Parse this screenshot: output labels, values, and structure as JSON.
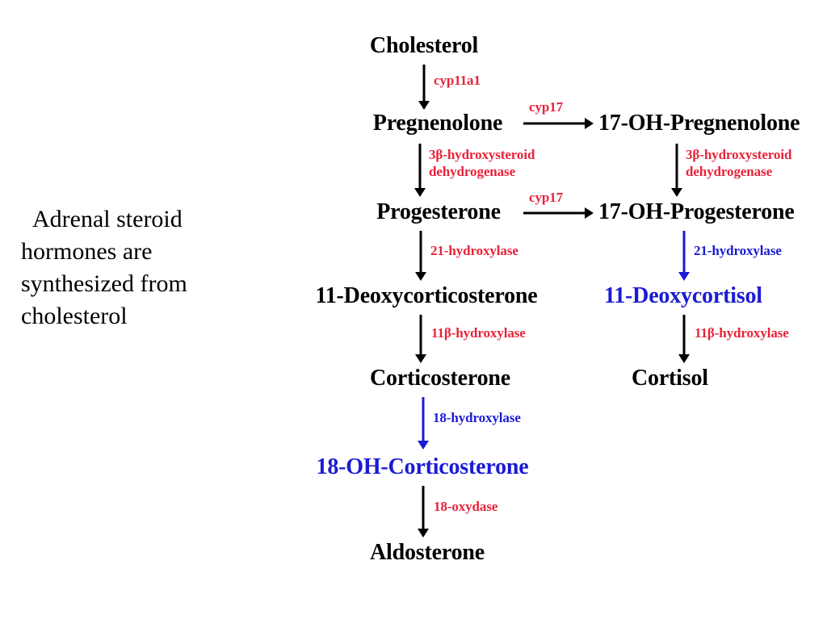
{
  "caption": {
    "line1": "Adrenal steroid",
    "line2": "hormones are",
    "line3": "synthesized from",
    "line4": "cholesterol"
  },
  "colors": {
    "black": "#000000",
    "red": "#e8233a",
    "blue": "#1b1bd4",
    "background": "#ffffff"
  },
  "chart_data": {
    "type": "diagram",
    "title": "Adrenal steroid biosynthesis pathway",
    "nodes": [
      {
        "id": "cholesterol",
        "label": "Cholesterol",
        "color": "#000000",
        "column": "left"
      },
      {
        "id": "pregnenolone",
        "label": "Pregnenolone",
        "color": "#000000",
        "column": "left"
      },
      {
        "id": "progesterone",
        "label": "Progesterone",
        "color": "#000000",
        "column": "left"
      },
      {
        "id": "11-deoxycorticosterone",
        "label": "11-Deoxycorticosterone",
        "color": "#000000",
        "column": "left"
      },
      {
        "id": "corticosterone",
        "label": "Corticosterone",
        "color": "#000000",
        "column": "left"
      },
      {
        "id": "18-oh-corticosterone",
        "label": "18-OH-Corticosterone",
        "color": "#1b1bd4",
        "column": "left"
      },
      {
        "id": "aldosterone",
        "label": "Aldosterone",
        "color": "#000000",
        "column": "left"
      },
      {
        "id": "17-oh-pregnenolone",
        "label": "17-OH-Pregnenolone",
        "color": "#000000",
        "column": "right"
      },
      {
        "id": "17-oh-progesterone",
        "label": "17-OH-Progesterone",
        "color": "#000000",
        "column": "right"
      },
      {
        "id": "11-deoxycortisol",
        "label": "11-Deoxycortisol",
        "color": "#1b1bd4",
        "column": "right"
      },
      {
        "id": "cortisol",
        "label": "Cortisol",
        "color": "#000000",
        "column": "right"
      }
    ],
    "edges": [
      {
        "from": "cholesterol",
        "to": "pregnenolone",
        "enzyme": "cyp11a1",
        "enzyme_color": "#e8233a",
        "arrow_color": "#000000",
        "direction": "down"
      },
      {
        "from": "pregnenolone",
        "to": "progesterone",
        "enzyme": "3β-hydroxysteroid dehydrogenase",
        "enzyme_color": "#e8233a",
        "arrow_color": "#000000",
        "direction": "down"
      },
      {
        "from": "progesterone",
        "to": "11-deoxycorticosterone",
        "enzyme": "21-hydroxylase",
        "enzyme_color": "#e8233a",
        "arrow_color": "#000000",
        "direction": "down"
      },
      {
        "from": "11-deoxycorticosterone",
        "to": "corticosterone",
        "enzyme": "11β-hydroxylase",
        "enzyme_color": "#e8233a",
        "arrow_color": "#000000",
        "direction": "down"
      },
      {
        "from": "corticosterone",
        "to": "18-oh-corticosterone",
        "enzyme": "18-hydroxylase",
        "enzyme_color": "#1b1bd4",
        "arrow_color": "#1b1bd4",
        "direction": "down"
      },
      {
        "from": "18-oh-corticosterone",
        "to": "aldosterone",
        "enzyme": "18-oxydase",
        "enzyme_color": "#e8233a",
        "arrow_color": "#000000",
        "direction": "down"
      },
      {
        "from": "pregnenolone",
        "to": "17-oh-pregnenolone",
        "enzyme": "cyp17",
        "enzyme_color": "#e8233a",
        "arrow_color": "#000000",
        "direction": "right"
      },
      {
        "from": "progesterone",
        "to": "17-oh-progesterone",
        "enzyme": "cyp17",
        "enzyme_color": "#e8233a",
        "arrow_color": "#000000",
        "direction": "right"
      },
      {
        "from": "17-oh-pregnenolone",
        "to": "17-oh-progesterone",
        "enzyme": "3β-hydroxysteroid dehydrogenase",
        "enzyme_color": "#e8233a",
        "arrow_color": "#000000",
        "direction": "down"
      },
      {
        "from": "17-oh-progesterone",
        "to": "11-deoxycortisol",
        "enzyme": "21-hydroxylase",
        "enzyme_color": "#1b1bd4",
        "arrow_color": "#1b1bd4",
        "direction": "down"
      },
      {
        "from": "11-deoxycortisol",
        "to": "cortisol",
        "enzyme": "11β-hydroxylase",
        "enzyme_color": "#e8233a",
        "arrow_color": "#000000",
        "direction": "down"
      }
    ]
  },
  "enzymes": {
    "cyp11a1": "cyp11a1",
    "cyp17_a": "cyp17",
    "cyp17_b": "cyp17",
    "hsd3b_left_l1": "3β-hydroxysteroid",
    "hsd3b_left_l2": "dehydrogenase",
    "hsd3b_right_l1": "3β-hydroxysteroid",
    "hsd3b_right_l2": "dehydrogenase",
    "h21_left": "21-hydroxylase",
    "h21_right": "21-hydroxylase",
    "h11b_left": "11β-hydroxylase",
    "h11b_right": "11β-hydroxylase",
    "h18": "18-hydroxylase",
    "oxydase18": "18-oxydase"
  },
  "nodes": {
    "cholesterol": "Cholesterol",
    "pregnenolone": "Pregnenolone",
    "progesterone": "Progesterone",
    "deoxycorticosterone": "11-Deoxycorticosterone",
    "corticosterone": "Corticosterone",
    "oh18_corticosterone": "18-OH-Corticosterone",
    "aldosterone": "Aldosterone",
    "oh17_pregnenolone": "17-OH-Pregnenolone",
    "oh17_progesterone": "17-OH-Progesterone",
    "deoxycortisol": "11-Deoxycortisol",
    "cortisol": "Cortisol"
  }
}
